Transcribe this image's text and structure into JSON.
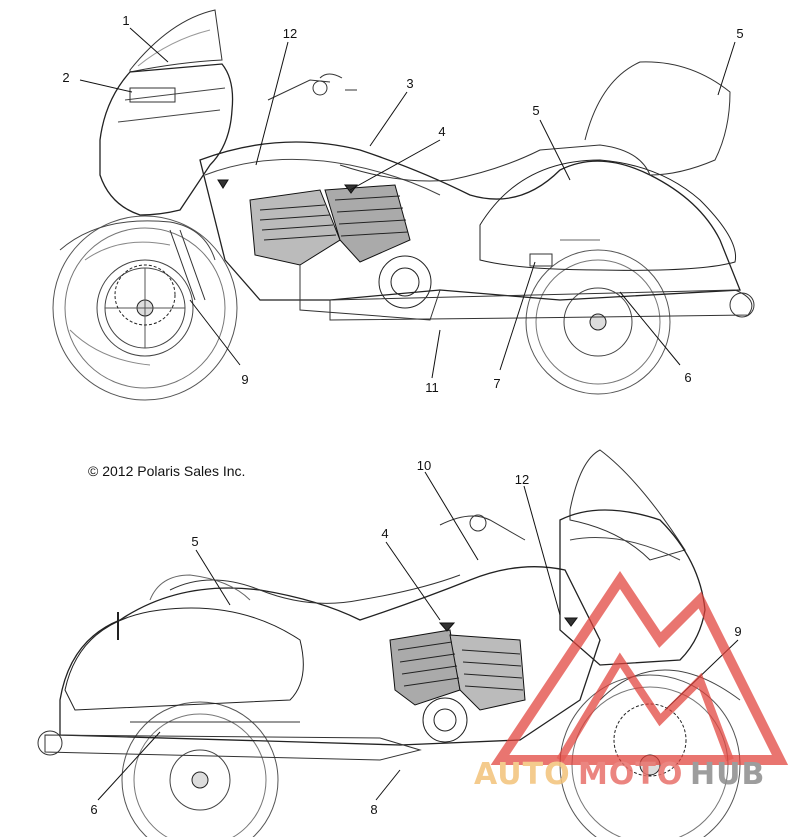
{
  "copyright": "© 2012 Polaris Sales Inc.",
  "top_view": {
    "callouts": [
      {
        "id": "c1",
        "label": "1"
      },
      {
        "id": "c2",
        "label": "2"
      },
      {
        "id": "c12",
        "label": "12"
      },
      {
        "id": "c3",
        "label": "3"
      },
      {
        "id": "c4",
        "label": "4"
      },
      {
        "id": "c5a",
        "label": "5"
      },
      {
        "id": "c5b",
        "label": "5"
      },
      {
        "id": "c9",
        "label": "9"
      },
      {
        "id": "c11",
        "label": "11"
      },
      {
        "id": "c7",
        "label": "7"
      },
      {
        "id": "c6",
        "label": "6"
      }
    ]
  },
  "bottom_view": {
    "callouts": [
      {
        "id": "d10",
        "label": "10"
      },
      {
        "id": "d12",
        "label": "12"
      },
      {
        "id": "d5",
        "label": "5"
      },
      {
        "id": "d4",
        "label": "4"
      },
      {
        "id": "d9",
        "label": "9"
      },
      {
        "id": "d6",
        "label": "6"
      },
      {
        "id": "d8",
        "label": "8"
      }
    ]
  },
  "watermark": {
    "parts": [
      "AUTO",
      "MOTO",
      "HUB"
    ],
    "colors": {
      "auto": "#f3c37a",
      "moto": "#e8706a",
      "hub": "#8c8c8c",
      "logo": "#e0413a"
    }
  }
}
